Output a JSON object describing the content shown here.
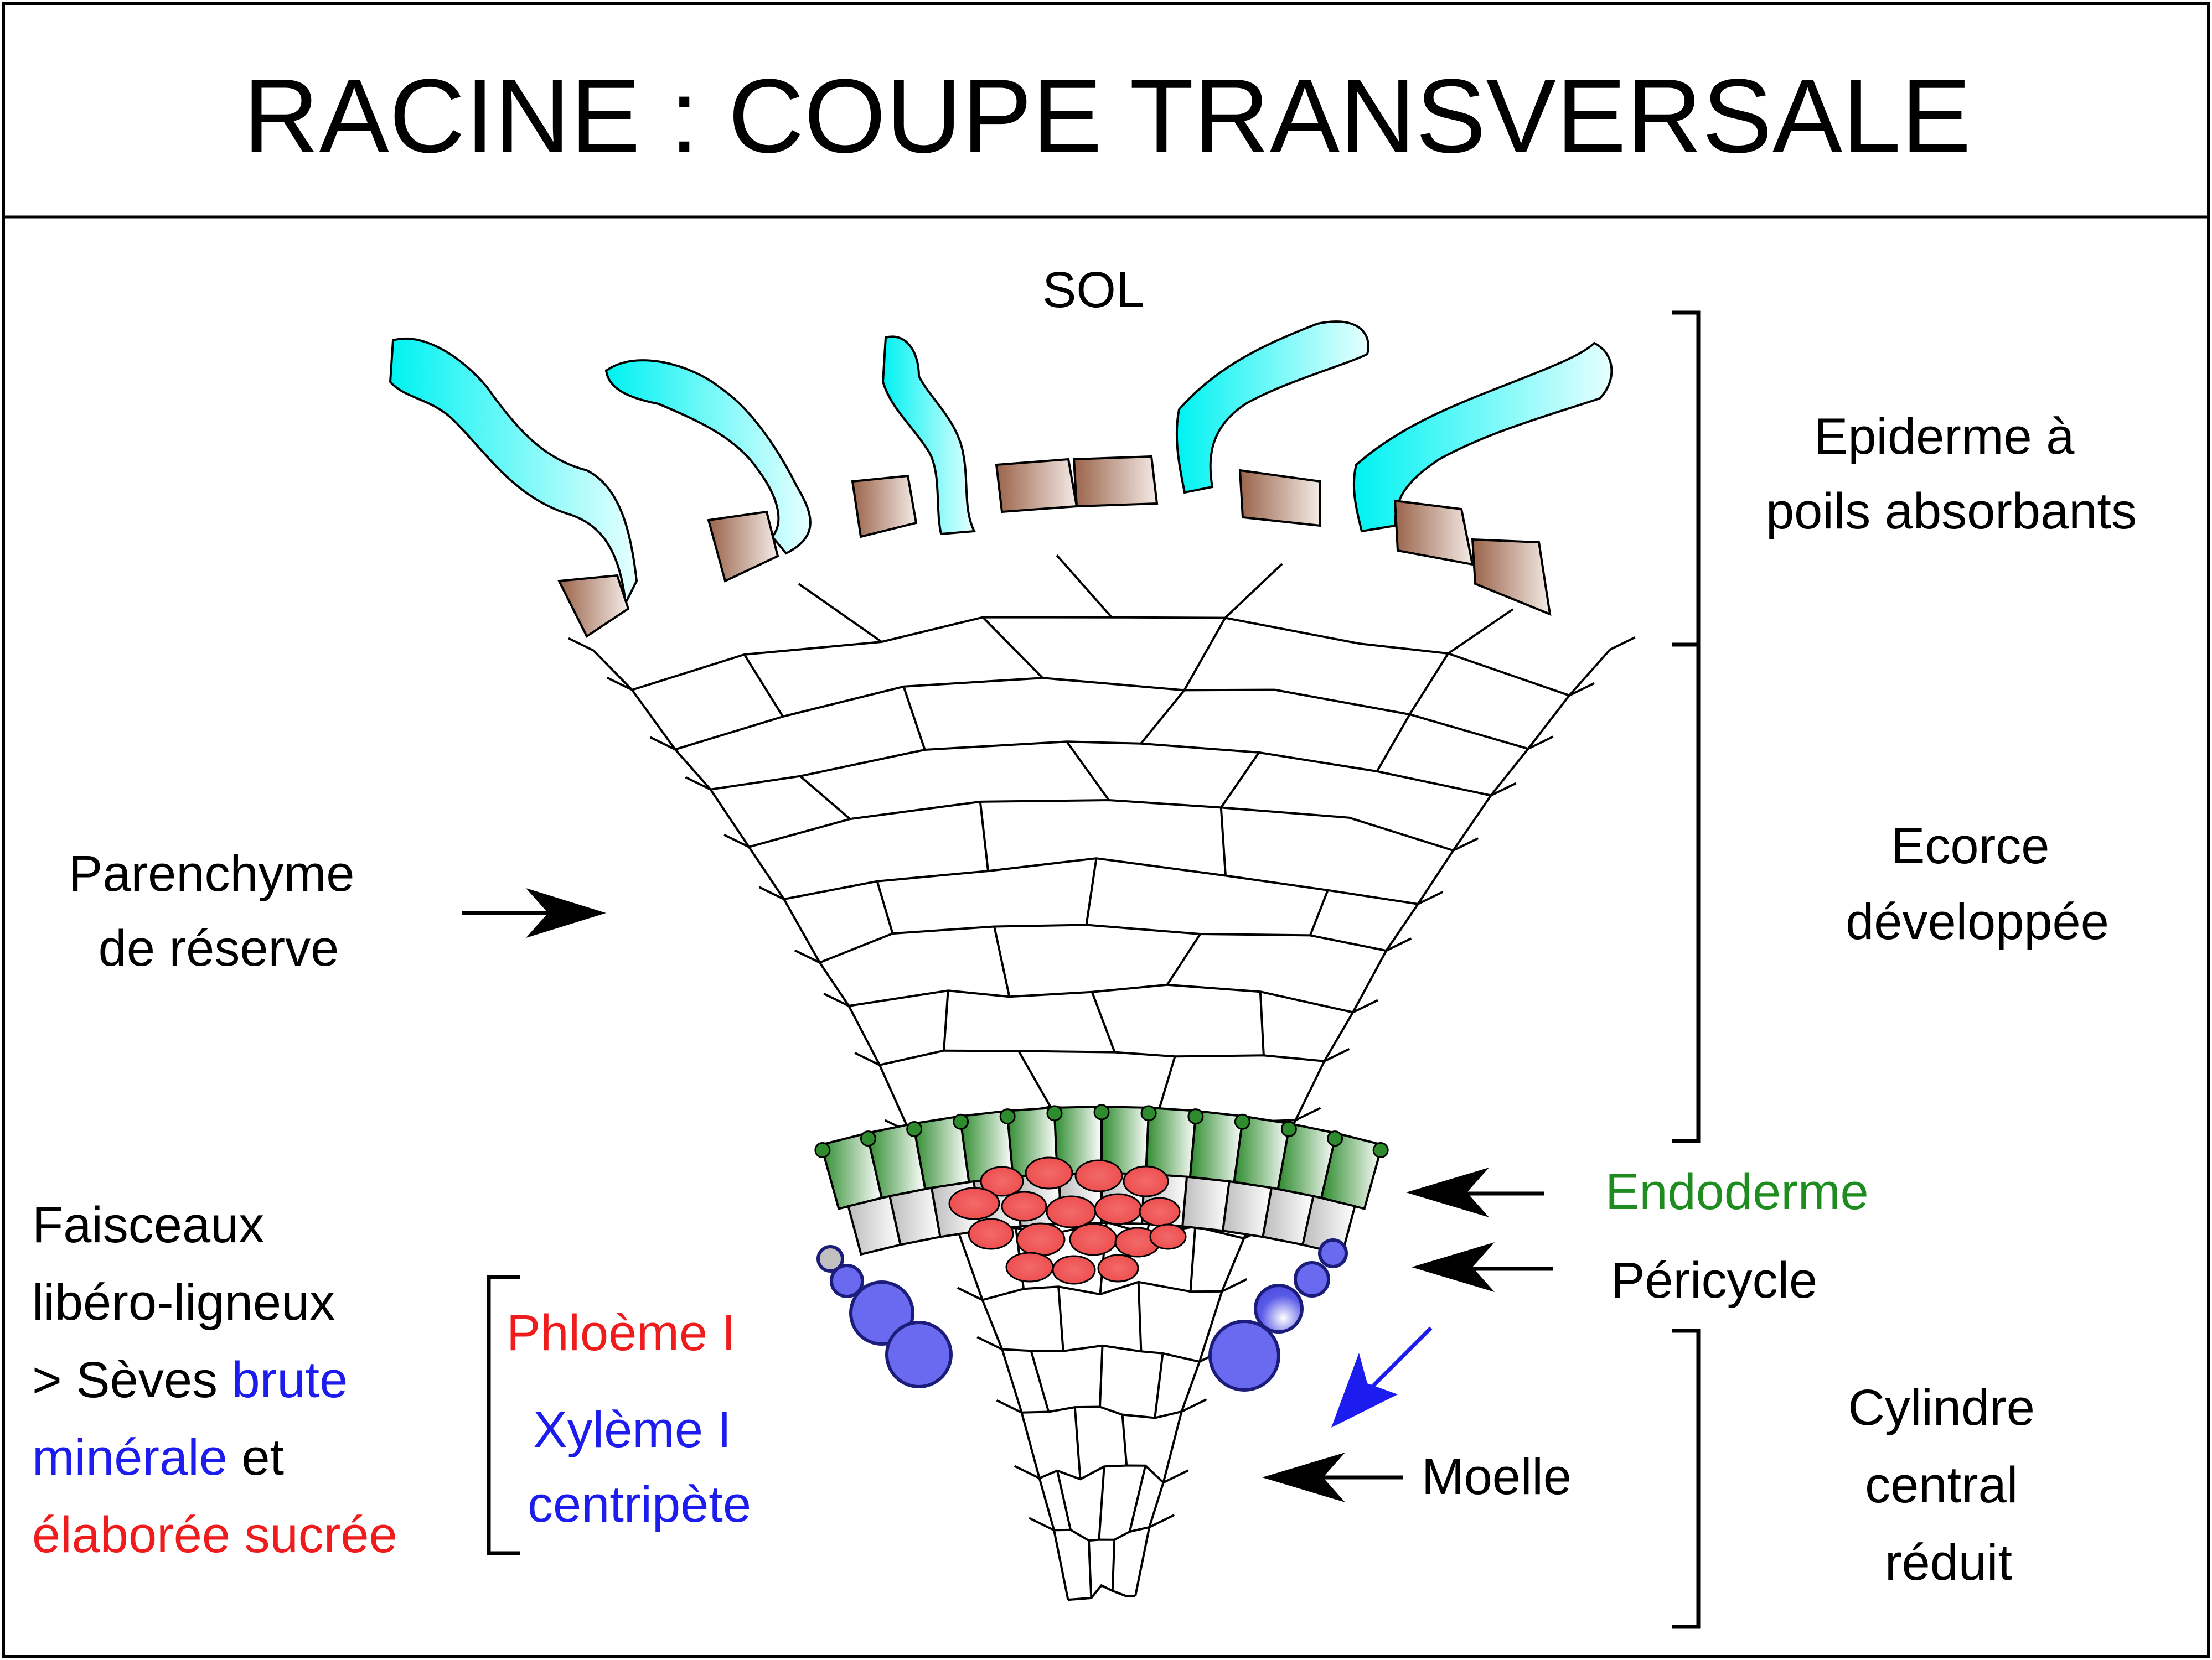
{
  "title": "RACINE : COUPE TRANSVERSALE",
  "labels": {
    "sol": "SOL",
    "epiderme": [
      "Epiderme à",
      "poils absorbants"
    ],
    "ecorce": [
      "Ecorce",
      "développée"
    ],
    "cylindre": [
      "Cylindre",
      "central",
      "réduit"
    ],
    "parenchyme": [
      "Parenchyme",
      "de réserve"
    ],
    "endoderme": "Endoderme",
    "pericycle": "Péricycle",
    "moelle": "Moelle",
    "phloeme": "Phloème I",
    "xyleme": [
      "Xylème I",
      "centripète"
    ],
    "faisceaux": {
      "line1": "Faisceaux",
      "line2": "libéro-ligneux",
      "line3_prefix": "> Sèves ",
      "line3_blue": "brute",
      "line4_blue": "minérale",
      "line4_suffix": " et",
      "line5_red": "élaborée sucrée"
    }
  },
  "colors": {
    "root_hair": "#00f0f0",
    "epidermal_cell": "#9c6a50",
    "endoderm": "#2e8b2e",
    "pericycle": "#c8c8c8",
    "phloem": "#f06060",
    "xylem": "#6a6af0",
    "label_green": "#1e8c1e",
    "label_red": "#ee1c1c",
    "label_blue": "#1c1cee"
  }
}
